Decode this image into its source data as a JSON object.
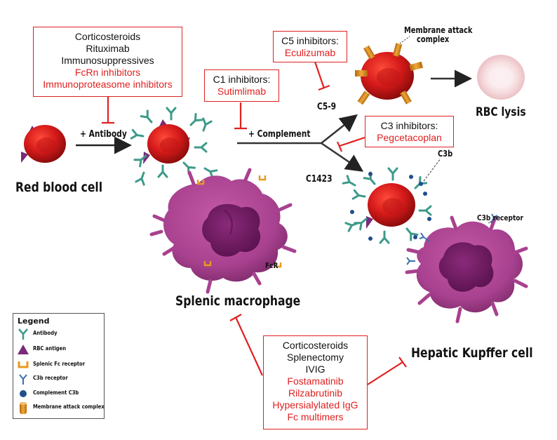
{
  "labels": {
    "red_blood_cell": "Red blood cell",
    "plus_antibody": "+ Antibody",
    "plus_complement": "+ Complement",
    "splenic_macrophage": "Splenic macrophage",
    "fcr": "FcR",
    "c5_9": "C5-9",
    "c1423": "C1423",
    "mac": "Membrane attack complex",
    "mac_line1": "Membrane attack",
    "mac_line2": "complex",
    "rbc_lysis": "RBC lysis",
    "c3b": "C3b",
    "c3b_receptor": "C3b receptor",
    "hepatic_kupffer": "Hepatic Kupffer cell"
  },
  "boxes": {
    "splenic_treatments": {
      "black": [
        "Corticosteroids",
        "Rituximab",
        "Immunosuppressives"
      ],
      "red": [
        "FcRn inhibitors",
        "Immunoproteasome inhibitors"
      ]
    },
    "c1": {
      "black": [
        "C1 inhibitors:"
      ],
      "red": [
        "Sutimlimab"
      ]
    },
    "c5": {
      "black": [
        "C5 inhibitors:"
      ],
      "red": [
        "Eculizumab"
      ]
    },
    "c3": {
      "black": [
        "C3 inhibitors:"
      ],
      "red": [
        "Pegcetacoplan"
      ]
    },
    "bottom_treatments": {
      "black": [
        "Corticosteroids",
        "Splenectomy",
        "IVIG"
      ],
      "red": [
        "Fostamatinib",
        "Rilzabrutinib",
        "Hypersialylated IgG",
        "Fc multimers"
      ]
    }
  },
  "legend": {
    "title": "Legend",
    "items": [
      {
        "label": "Antibody",
        "icon": "antibody-icon"
      },
      {
        "label": "RBC antigen",
        "icon": "rbc-antigen-icon"
      },
      {
        "label": "Splenic Fc receptor",
        "icon": "fc-receptor-icon"
      },
      {
        "label": "C3b receptor",
        "icon": "c3b-receptor-icon"
      },
      {
        "label": "Complement C3b",
        "icon": "complement-c3b-icon"
      },
      {
        "label": "Membrane attack complex",
        "icon": "mac-icon"
      }
    ]
  },
  "colors": {
    "inhibitor_red": "#e02020",
    "rbc_red": "#d51a1a",
    "antigen_purple": "#7a2a7a",
    "antibody_teal": "#3d9a8a",
    "macrophage_purple": "#a8418f",
    "fc_receptor_orange": "#e89a1e",
    "complement_blue": "#1f4e8c"
  }
}
